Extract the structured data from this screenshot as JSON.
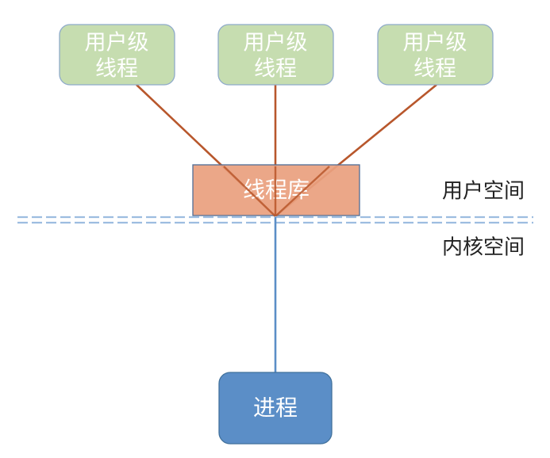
{
  "diagram": {
    "user_threads": [
      {
        "line1": "用户级",
        "line2": "线程"
      },
      {
        "line1": "用户级",
        "line2": "线程"
      },
      {
        "line1": "用户级",
        "line2": "线程"
      }
    ],
    "thread_library": "线程库",
    "process": "进程",
    "user_space": "用户空间",
    "kernel_space": "内核空间"
  },
  "colors": {
    "user_thread_fill": "#c6ddb0",
    "user_thread_border": "#8eaaca",
    "library_fill": "#e9a07f",
    "library_border": "#4f6d96",
    "process_fill": "#5b8ec7",
    "process_border": "#41719c",
    "mapping_line": "#b8572c",
    "kernel_line": "#5b8ec7",
    "boundary_line": "#9dbde0",
    "text_on_box": "#ffffff",
    "label_text": "#222222"
  }
}
